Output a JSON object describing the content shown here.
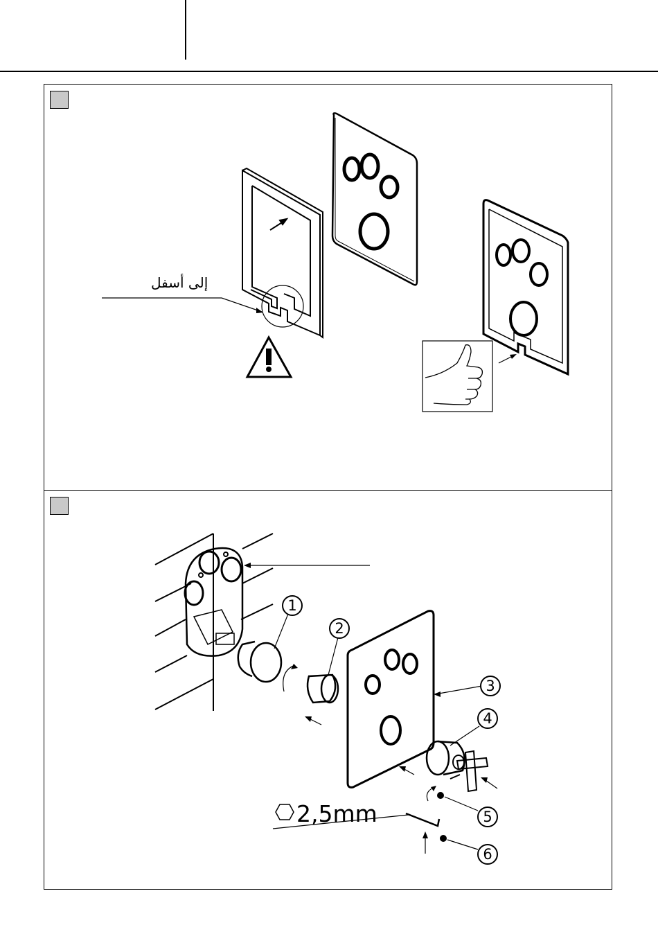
{
  "panels": {
    "top": {
      "label_down": "إلى أسفل"
    },
    "bottom": {
      "tool_size": "2,5mm",
      "callouts": [
        "1",
        "2",
        "3",
        "4",
        "5",
        "6"
      ]
    }
  }
}
